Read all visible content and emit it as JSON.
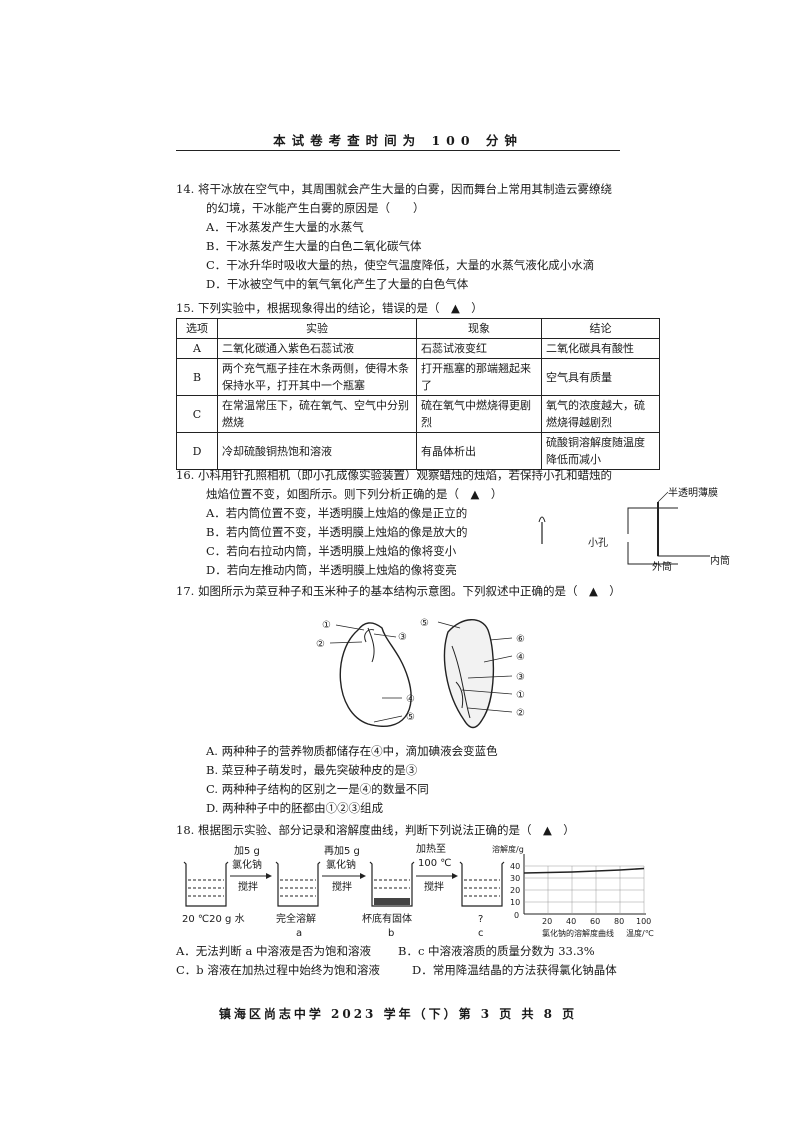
{
  "header": "本试卷考查时间为 100 分钟",
  "q14": {
    "line1": "14.  将干冰放在空气中，其周围就会产生大量的白雾，因而舞台上常用其制造云雾缭绕",
    "line2": "的幻境，干冰能产生白雾的原因是（　　）",
    "options": [
      "A．干冰蒸发产生大量的水蒸气",
      "B．干冰蒸发产生大量的白色二氧化碳气体",
      "C．干冰升华时吸收大量的热，使空气温度降低，大量的水蒸气液化成小水滴",
      "D．干冰被空气中的氧气氧化产生了大量的白色气体"
    ]
  },
  "q15": {
    "stem": "15.  下列实验中，根据现象得出的结论，错误的是（　▲　）",
    "headers": [
      "选项",
      "实验",
      "现象",
      "结论"
    ],
    "rows": [
      {
        "opt": "A",
        "exp": "二氧化碳通入紫色石蕊试液",
        "phe": "石蕊试液变红",
        "con": "二氧化碳具有酸性"
      },
      {
        "opt": "B",
        "exp": "两个充气瓶子挂在木条两侧，使得木条保持水平，打开其中一个瓶塞",
        "phe": "打开瓶塞的那端翘起来了",
        "con": "空气具有质量"
      },
      {
        "opt": "C",
        "exp": "在常温常压下，硫在氧气、空气中分别燃烧",
        "phe": "硫在氧气中燃烧得更剧烈",
        "con": "氧气的浓度越大，硫燃烧得越剧烈"
      },
      {
        "opt": "D",
        "exp": "冷却硫酸铜热饱和溶液",
        "phe": "有晶体析出",
        "con": "硫酸铜溶解度随温度降低而减小"
      }
    ]
  },
  "q16": {
    "line1": "16.  小科用针孔照相机（即小孔成像实验装置）观察蜡烛的烛焰，若保持小孔和蜡烛的",
    "line2": "烛焰位置不变，如图所示。则下列分析正确的是（　▲　）",
    "options": [
      "A．若内筒位置不变，半透明膜上烛焰的像是正立的",
      "B．若内筒位置不变，半透明膜上烛焰的像是放大的",
      "C．若向右拉动内筒，半透明膜上烛焰的像将变小",
      "D．若向左推动内筒，半透明膜上烛焰的像将变亮"
    ],
    "fig": {
      "film": "半透明薄膜",
      "hole": "小孔",
      "outer": "外筒",
      "inner": "内筒"
    }
  },
  "q17": {
    "stem": "17.  如图所示为菜豆种子和玉米种子的基本结构示意图。下列叙述中正确的是（　▲　）",
    "bean_labels": [
      "①",
      "②",
      "③",
      "④",
      "⑤"
    ],
    "corn_labels": [
      "⑤",
      "⑥",
      "④",
      "③",
      "①",
      "②"
    ],
    "options": [
      "A.  两种种子的营养物质都储存在④中，滴加碘液会变蓝色",
      "B.  菜豆种子萌发时，最先突破种皮的是③",
      "C.  两种种子结构的区别之一是④的数量不同",
      "D.  两种种子中的胚都由①②③组成"
    ]
  },
  "q18": {
    "stem": "18.  根据图示实验、部分记录和溶解度曲线，判断下列说法正确的是（　▲　）",
    "step1_top": "加5 g",
    "step1_mid": "氯化钠",
    "step1_bot": "搅拌",
    "step2_top": "再加5 g",
    "step2_mid": "氯化钠",
    "step2_bot": "搅拌",
    "step3_top": "加热至",
    "step3_mid": "100 ℃",
    "step3_bot": "搅拌",
    "beaker0": "20 ℃20 g 水",
    "beaker_a": "完全溶解",
    "beaker_b": "杯底有固体",
    "beaker_c": "?",
    "tag_a": "a",
    "tag_b": "b",
    "tag_c": "c",
    "chart": {
      "ylabel": "溶解度/g",
      "xlabel": "温度/℃",
      "caption": "氯化钠的溶解度曲线",
      "yticks": [
        "40",
        "30",
        "20",
        "10",
        "0"
      ],
      "xticks": [
        "20",
        "40",
        "60",
        "80",
        "100"
      ]
    },
    "optA": "A．无法判断 a 中溶液是否为饱和溶液",
    "optB": "B．c 中溶液溶质的质量分数为 33.3%",
    "optC": "C．b 溶液在加热过程中始终为饱和溶液",
    "optD": "D．常用降温结晶的方法获得氯化钠晶体"
  },
  "footer": "镇海区尚志中学 2023 学年（下）第 3 页 共 8 页"
}
